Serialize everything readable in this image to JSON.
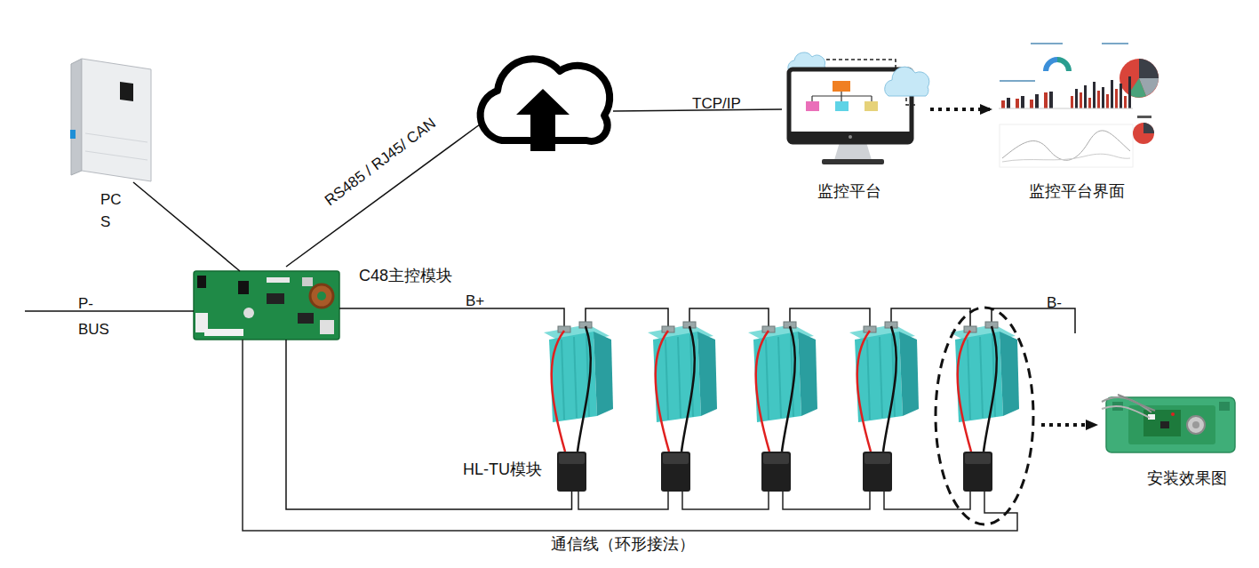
{
  "diagram": {
    "nodes": [
      {
        "text": [
          "PC S"
        ]
      },
      {
        "text": [
          "监控平台"
        ]
      },
      {
        "text": [
          "监控平台界面"
        ]
      },
      {
        "text": [
          "C48主控模块"
        ]
      },
      {
        "text": [
          "HL-TU模块"
        ]
      },
      {
        "text": [
          "安装效果图"
        ]
      }
    ],
    "edges": [
      {
        "from": 0,
        "to": 3,
        "arrow": "none"
      },
      {
        "from": 1,
        "to": 2,
        "arrow": "to"
      },
      {
        "from": 3,
        "to": 4,
        "arrow": "none"
      }
    ],
    "labels": [
      "RS485 / RJ45/ CAN",
      "TCP/IP",
      "P-",
      "BUS",
      "B+",
      "B-",
      "通信线（环形接法）"
    ]
  }
}
